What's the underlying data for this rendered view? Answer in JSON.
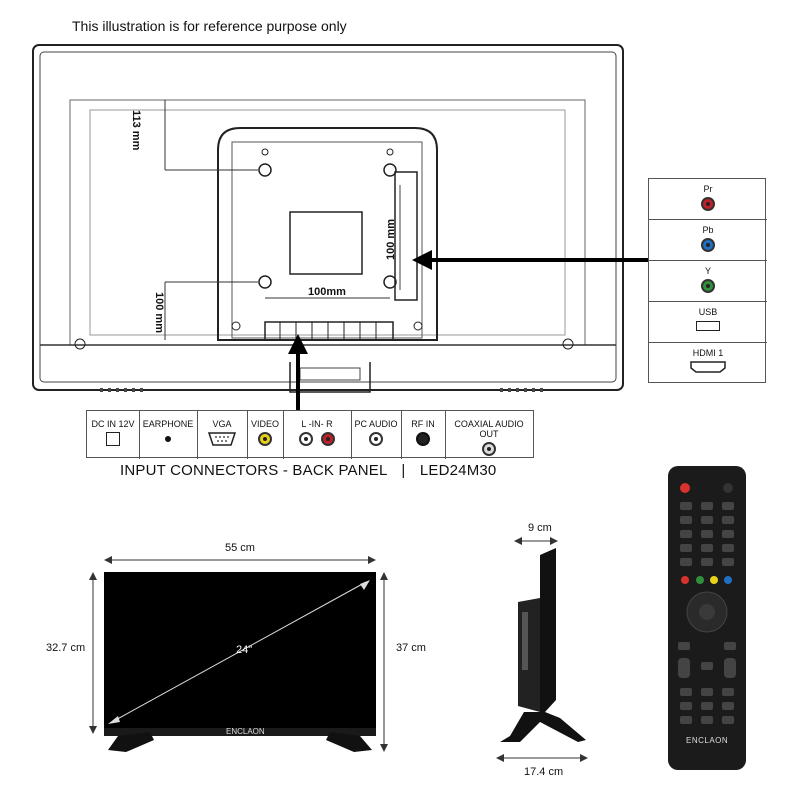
{
  "captions": {
    "reference": "This illustration is for reference purpose only",
    "panel_title": "INPUT CONNECTORS - BACK PANEL",
    "separator": "|",
    "model": "LED24M30"
  },
  "back_dimensions": {
    "top_offset": "113 mm",
    "vesa_vertical": "100 mm",
    "vesa_horizontal": "100mm",
    "bottom_offset": "100 mm"
  },
  "bottom_connectors": [
    {
      "label": "DC IN 12V",
      "icon": "dc-jack-icon"
    },
    {
      "label": "EARPHONE",
      "icon": "earphone-jack-icon"
    },
    {
      "label": "VGA",
      "icon": "vga-port-icon"
    },
    {
      "label": "VIDEO",
      "icon": "rca-yellow-icon"
    },
    {
      "label": "L -IN- R",
      "icon": "rca-white-red-icon"
    },
    {
      "label": "PC AUDIO",
      "icon": "pc-audio-jack-icon"
    },
    {
      "label": "RF IN",
      "icon": "rf-in-port-icon"
    },
    {
      "label": "COAXIAL AUDIO OUT",
      "icon": "coaxial-port-icon"
    }
  ],
  "side_connectors": [
    {
      "label": "Pr",
      "color": "#c0202a"
    },
    {
      "label": "Pb",
      "color": "#1f6fc2"
    },
    {
      "label": "Y",
      "color": "#2f8f3a"
    },
    {
      "label": "USB",
      "icon": "usb-port-icon"
    },
    {
      "label": "HDMI 1",
      "icon": "hdmi-port-icon"
    }
  ],
  "front_dimensions": {
    "width": "55 cm",
    "height_left": "32.7 cm",
    "height_right": "37 cm",
    "diagonal": "24\""
  },
  "side_dimensions": {
    "depth_top": "9 cm",
    "depth_base": "17.4 cm"
  },
  "brand": {
    "tv_logo": "ENCLAON",
    "remote_logo": "ENCLAON"
  },
  "colors": {
    "rca_red": "#c0202a",
    "rca_yellow": "#e9d21a",
    "rca_green": "#2f8f3a",
    "rca_blue": "#1f6fc2"
  }
}
